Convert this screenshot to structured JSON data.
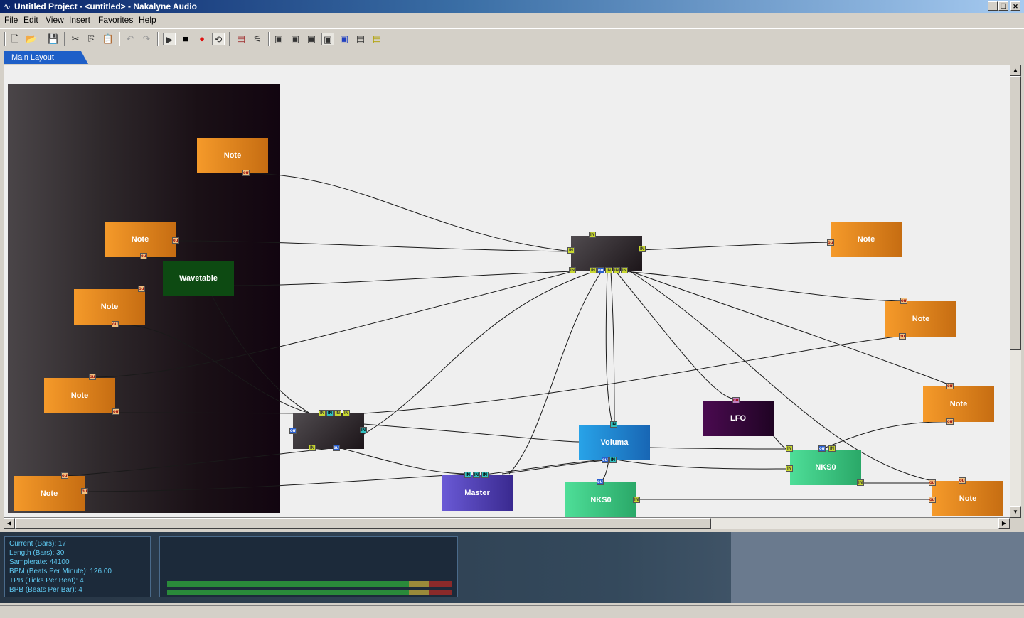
{
  "window": {
    "title": "Untitled Project - <untitled> - Nakalyne Audio",
    "buttons": [
      "_",
      "❐",
      "✕"
    ]
  },
  "menu": [
    "File",
    "Edit",
    "View",
    "Insert",
    "Favorites",
    "Help"
  ],
  "tabs": [
    {
      "label": "Main Layout",
      "active": true
    }
  ],
  "nodes": [
    {
      "id": "note1",
      "label": "Note",
      "type": "note"
    },
    {
      "id": "note2",
      "label": "Note",
      "type": "note"
    },
    {
      "id": "wavetable",
      "label": "Wavetable",
      "type": "wavetable"
    },
    {
      "id": "note3",
      "label": "Note",
      "type": "note"
    },
    {
      "id": "note4",
      "label": "Note",
      "type": "note"
    },
    {
      "id": "note5",
      "label": "Note",
      "type": "note"
    },
    {
      "id": "mixer_top",
      "label": "",
      "type": "mixer"
    },
    {
      "id": "mixer_mid",
      "label": "",
      "type": "mixer"
    },
    {
      "id": "voluma",
      "label": "Voluma",
      "type": "voluma"
    },
    {
      "id": "lfo",
      "label": "LFO",
      "type": "lfo"
    },
    {
      "id": "master",
      "label": "Master",
      "type": "master"
    },
    {
      "id": "nks0_a",
      "label": "NKS0",
      "type": "nks"
    },
    {
      "id": "nks0_b",
      "label": "NKS0",
      "type": "nks"
    },
    {
      "id": "note6",
      "label": "Note",
      "type": "note"
    },
    {
      "id": "note7",
      "label": "Note",
      "type": "note"
    },
    {
      "id": "note8",
      "label": "Note",
      "type": "note"
    },
    {
      "id": "note9",
      "label": "Note",
      "type": "note"
    }
  ],
  "ports": {
    "out": "out",
    "in": "IN"
  },
  "info": {
    "lines": [
      "Current (Bars): 17",
      "Length (Bars): 30",
      "Samplerate: 44100",
      "BPM (Beats Per Minute): 126.00",
      "TPB (Ticks Per Beat): 4",
      "BPB (Beats Per Bar): 4"
    ]
  },
  "colors": {
    "note": "#e8861f",
    "wavetable": "#0d4a12",
    "voluma": "#1f8ad6",
    "lfo": "#3a0840",
    "master": "#5446b8",
    "nks": "#3cc884",
    "tab": "#1e5fc8",
    "info_text": "#5ec8f0"
  },
  "toolbar": {
    "icons": [
      "new-icon",
      "open-icon",
      "save-icon",
      "cut-icon",
      "copy-icon",
      "paste-icon",
      "undo-icon",
      "redo-icon",
      "play-icon",
      "stop-icon",
      "record-icon",
      "loop-icon",
      "mixer-icon",
      "routing-icon",
      "view1-icon",
      "view2-icon",
      "view3-icon",
      "view4-icon",
      "view5-icon",
      "view6-icon",
      "view7-icon"
    ]
  }
}
